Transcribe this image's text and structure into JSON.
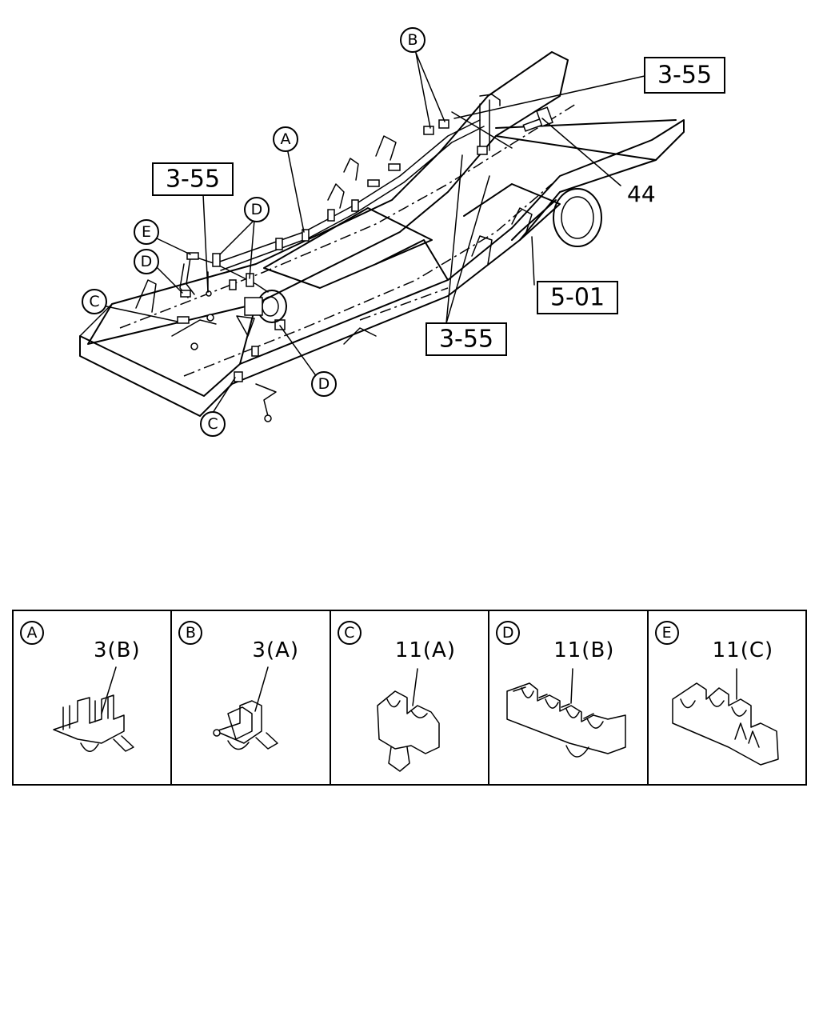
{
  "diagram": {
    "refs": {
      "ref_top_right": "3-55",
      "ref_left": "3-55",
      "ref_bottom": "3-55",
      "ref_frame": "5-01"
    },
    "part_44": "44",
    "callouts": {
      "a": "A",
      "b": "B",
      "c1": "C",
      "c2": "C",
      "d1": "D",
      "d2": "D",
      "d3": "D",
      "e": "E"
    }
  },
  "legend": [
    {
      "letter": "A",
      "part": "3(B)"
    },
    {
      "letter": "B",
      "part": "3(A)"
    },
    {
      "letter": "C",
      "part": "11(A)"
    },
    {
      "letter": "D",
      "part": "11(B)"
    },
    {
      "letter": "E",
      "part": "11(C)"
    }
  ]
}
